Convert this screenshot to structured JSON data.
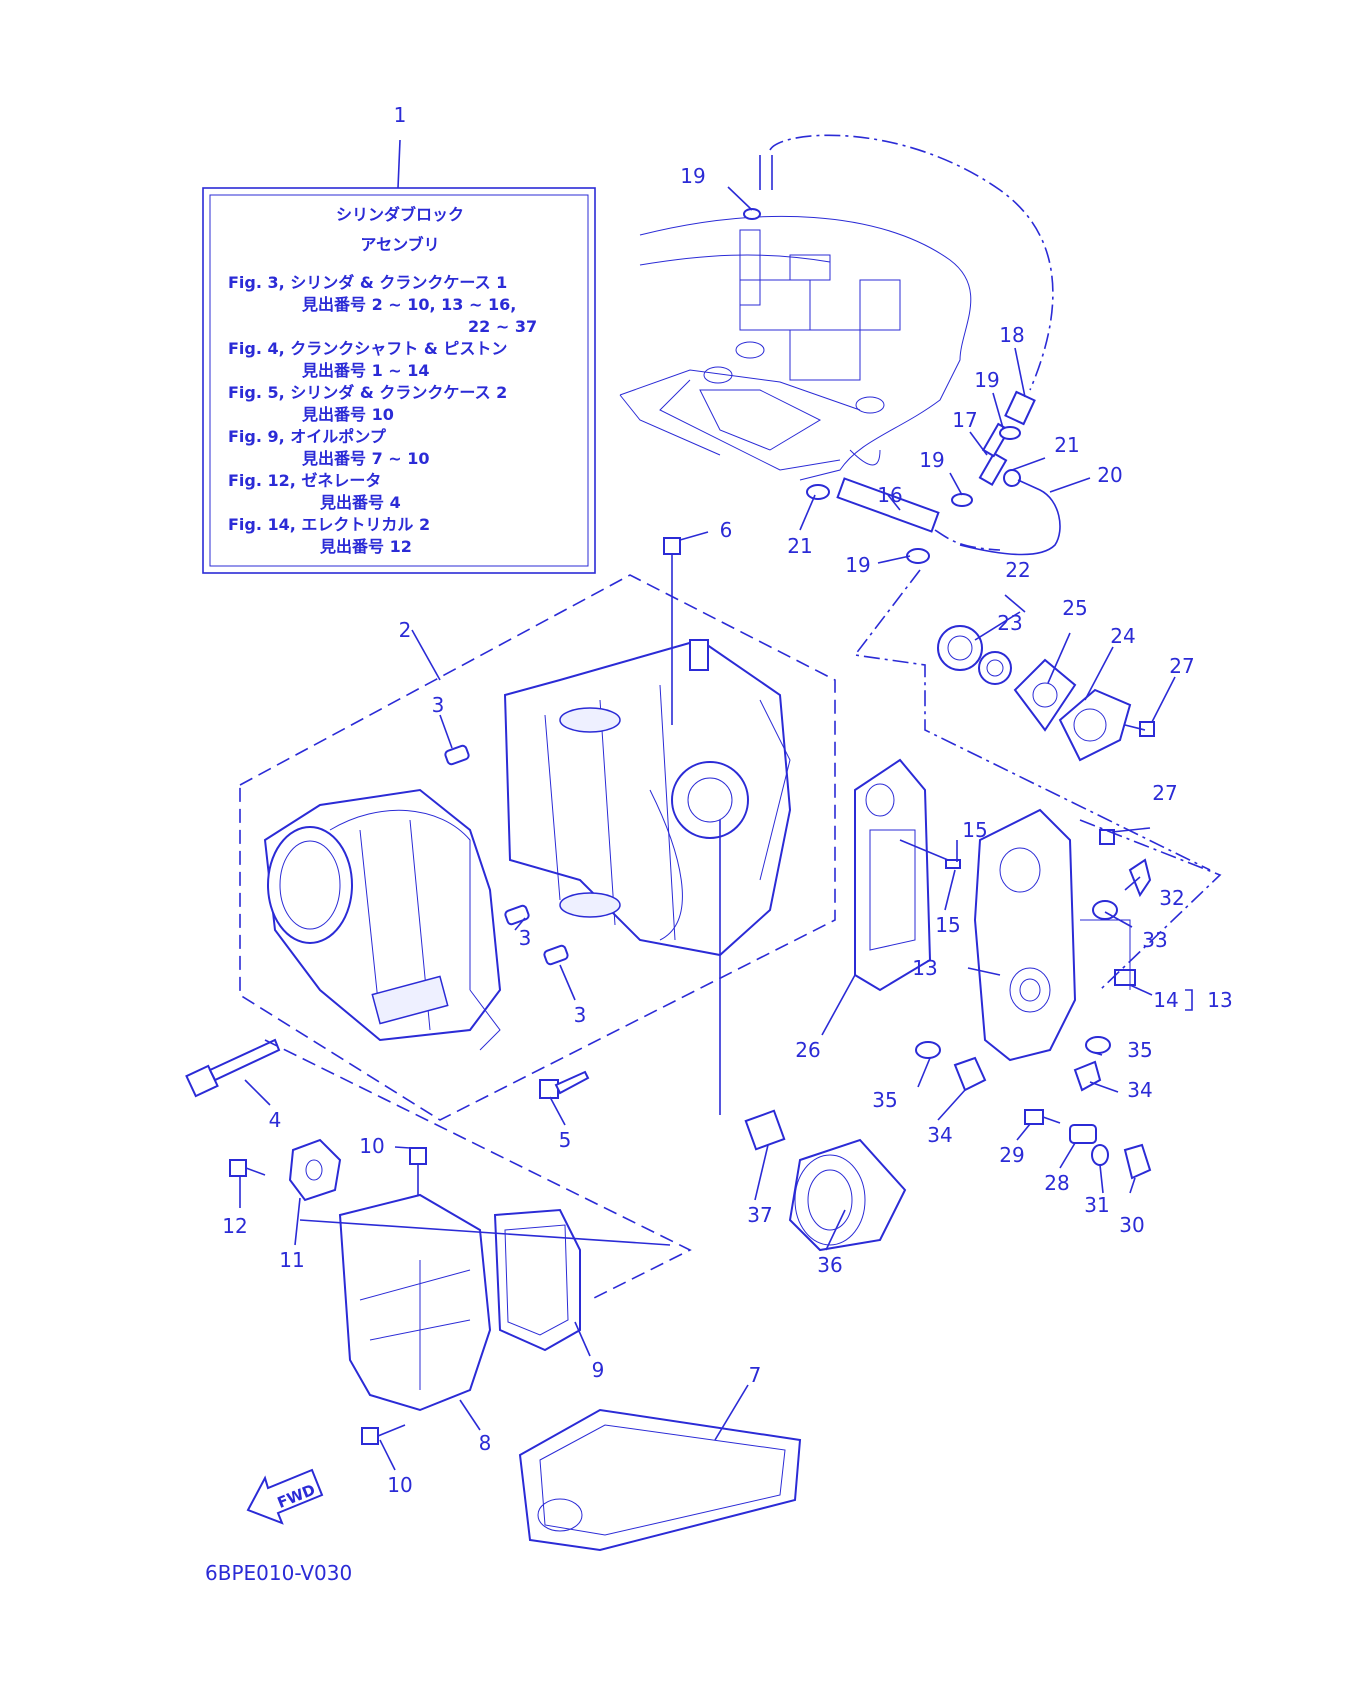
{
  "legend": {
    "lines": [
      "シリンダブロック",
      "アセンブリ",
      "Fig. 3, シリンダ & クランクケース 1",
      "見出番号 2 ~ 10, 13 ~ 16,",
      "22 ~ 37",
      "Fig. 4, クランクシャフト & ピストン",
      "見出番号 1 ~ 14",
      "Fig. 5, シリンダ & クランクケース 2",
      "見出番号 10",
      "Fig. 9, オイルポンプ",
      "見出番号 7 ~ 10",
      "Fig. 12, ゼネレータ",
      "見出番号 4",
      "Fig. 14, エレクトリカル 2",
      "見出番号 12"
    ]
  },
  "fwd_label": "FWD",
  "diagram_code": "6BPE010-V030",
  "callouts": [
    "1",
    "19",
    "18",
    "19",
    "17",
    "21",
    "20",
    "19",
    "16",
    "21",
    "19",
    "6",
    "22",
    "23",
    "25",
    "24",
    "27",
    "2",
    "3",
    "27",
    "15",
    "32",
    "15",
    "33",
    "13",
    "14",
    "13",
    "3",
    "3",
    "26",
    "35",
    "4",
    "5",
    "35",
    "34",
    "34",
    "10",
    "29",
    "28",
    "12",
    "11",
    "37",
    "31",
    "30",
    "36",
    "9",
    "7",
    "8",
    "10"
  ],
  "colors": {
    "ink": "#2b2bd6",
    "background": "#ffffff"
  }
}
